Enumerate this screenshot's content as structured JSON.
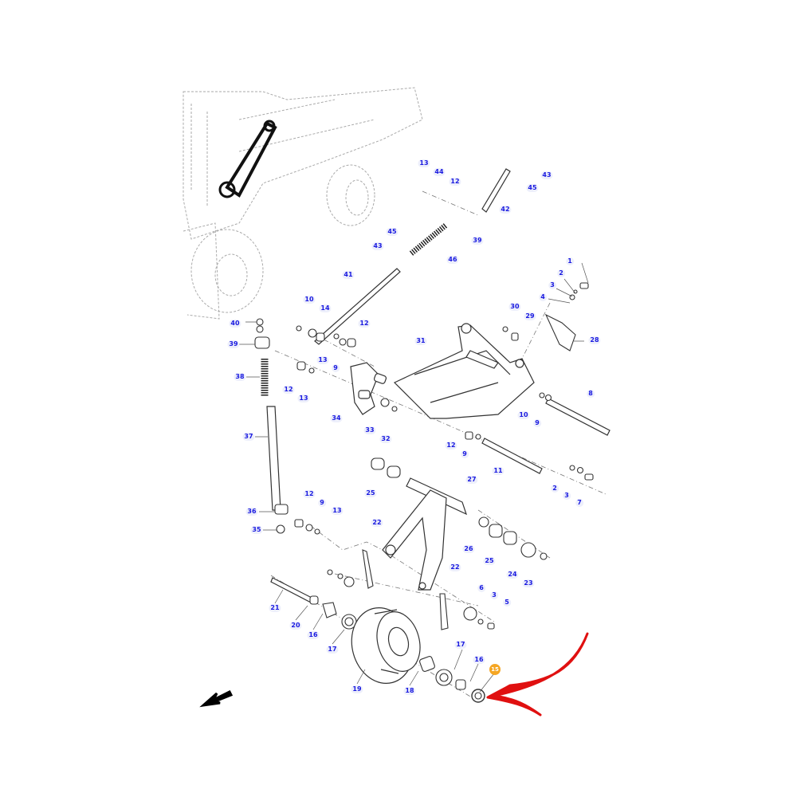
{
  "diagram": {
    "type": "exploded parts diagram",
    "highlight_color": "#f5a623",
    "label_color": "#1a1ae0",
    "annotation_arrow_color": "#e01010",
    "highlighted_part": "15",
    "callouts": [
      "13",
      "44",
      "12",
      "43",
      "45",
      "42",
      "39",
      "45",
      "43",
      "46",
      "41",
      "1",
      "2",
      "3",
      "4",
      "10",
      "14",
      "30",
      "29",
      "40",
      "12",
      "39",
      "28",
      "31",
      "13",
      "9",
      "38",
      "12",
      "13",
      "8",
      "10",
      "9",
      "34",
      "33",
      "32",
      "37",
      "12",
      "9",
      "11",
      "2",
      "3",
      "7",
      "25",
      "27",
      "36",
      "12",
      "9",
      "13",
      "35",
      "22",
      "26",
      "25",
      "24",
      "23",
      "22",
      "6",
      "3",
      "5",
      "21",
      "20",
      "16",
      "17",
      "17",
      "16",
      "19",
      "18"
    ]
  }
}
